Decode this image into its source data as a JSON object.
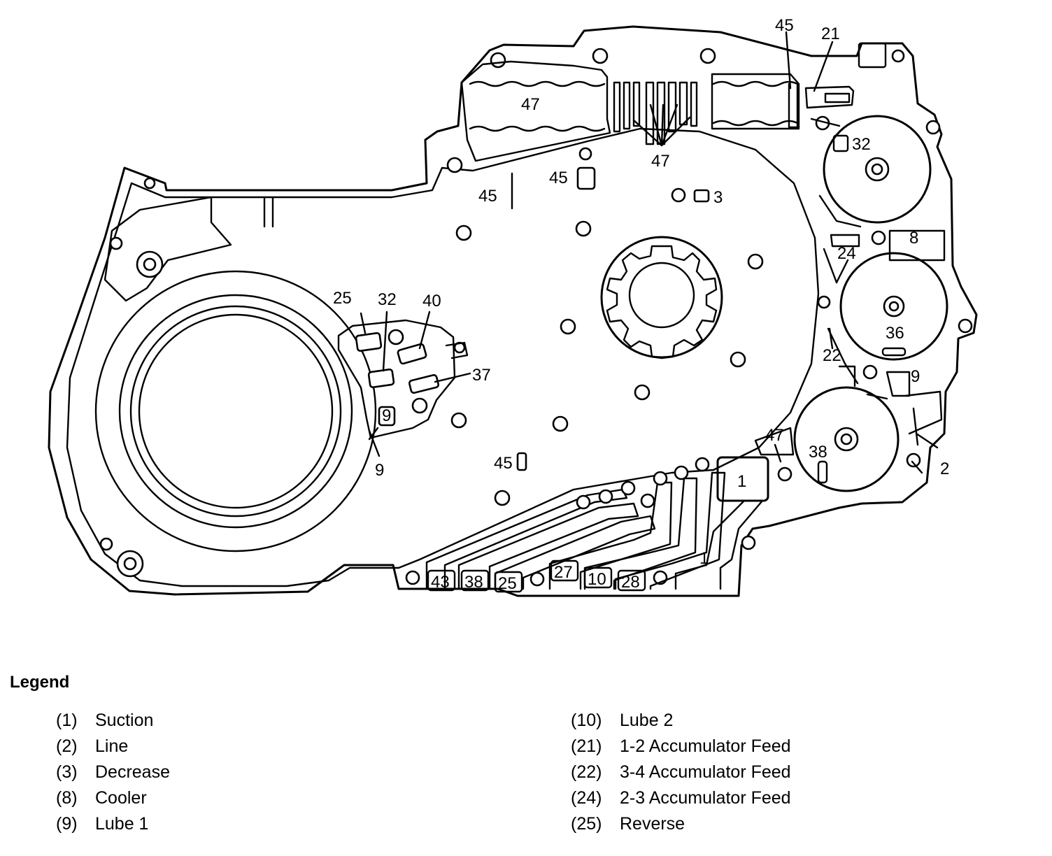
{
  "diagram": {
    "labels": {
      "l45_top": "45",
      "l21_top": "21",
      "l47_left": "47",
      "l47_center": "47",
      "l45_upper": "45",
      "l45_side": "45",
      "l3": "3",
      "l32_right": "32",
      "l8": "8",
      "l24": "24",
      "l36": "36",
      "l22": "22",
      "l9_right": "9",
      "l47_lower": "47",
      "l38_right": "38",
      "l2": "2",
      "l1_box": "1",
      "l1_lower": "1",
      "l25_left": "25",
      "l32_left": "32",
      "l40": "40",
      "l37": "37",
      "l9_inner": "9",
      "l9_outer": "9",
      "l45_lower": "45",
      "b43": "43",
      "b38": "38",
      "b25": "25",
      "b27": "27",
      "b10": "10",
      "b28": "28"
    }
  },
  "legend": {
    "title": "Legend",
    "left": [
      {
        "num": "(1)",
        "text": "Suction"
      },
      {
        "num": "(2)",
        "text": "Line"
      },
      {
        "num": "(3)",
        "text": "Decrease"
      },
      {
        "num": "(8)",
        "text": "Cooler"
      },
      {
        "num": "(9)",
        "text": "Lube 1"
      }
    ],
    "right": [
      {
        "num": "(10)",
        "text": "Lube 2"
      },
      {
        "num": "(21)",
        "text": "1-2 Accumulator Feed"
      },
      {
        "num": "(22)",
        "text": "3-4 Accumulator Feed"
      },
      {
        "num": "(24)",
        "text": "2-3 Accumulator Feed"
      },
      {
        "num": "(25)",
        "text": "Reverse"
      }
    ]
  }
}
